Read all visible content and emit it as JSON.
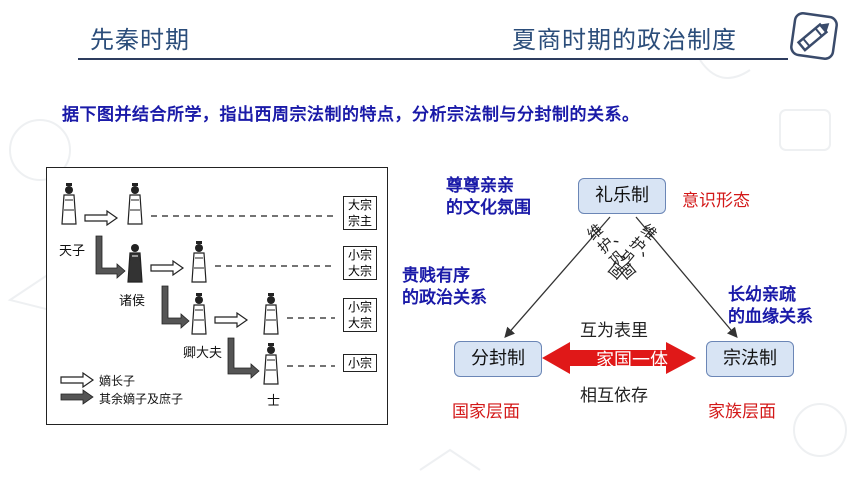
{
  "header": {
    "left_title": "先秦时期",
    "right_title": "夏商时期的政治制度"
  },
  "question": "据下图并结合所学，指出西周宗法制的特点，分析宗法制与分封制的关系。",
  "figure": {
    "labels": {
      "tianzi": "天子",
      "zhuhou": "诸侯",
      "qingdafu": "卿大夫",
      "shi": "士"
    },
    "rank_boxes": [
      {
        "line1": "大宗",
        "line2": "宗主"
      },
      {
        "line1": "小宗",
        "line2": "大宗"
      },
      {
        "line1": "小宗",
        "line2": "大宗"
      },
      {
        "line1": "小宗",
        "line2": ""
      }
    ],
    "legend": {
      "eldest": "嫡长子",
      "others": "其余嫡子及庶子"
    }
  },
  "diagram": {
    "top_node": "礼乐制",
    "left_node": "分封制",
    "right_node": "宗法制",
    "top_left_note": [
      "尊尊亲亲",
      "的文化氛围"
    ],
    "top_right_note": "意识形态",
    "mid_left_note": [
      "贵贱有序",
      "的政治关系"
    ],
    "mid_right_note": [
      "长幼亲疏",
      "的血缘关系"
    ],
    "left_vertical": "维护、巩固",
    "right_vertical": "维护、巩固",
    "center_top": "互为表里",
    "center_band": "家国一体",
    "center_bottom": "相互依存",
    "left_level": "国家层面",
    "right_level": "家族层面"
  },
  "colors": {
    "header_text": "#2b4d7a",
    "question_blue": "#1a1aa8",
    "accent_red": "#d31818",
    "node_fill": "#d8e4f4"
  }
}
